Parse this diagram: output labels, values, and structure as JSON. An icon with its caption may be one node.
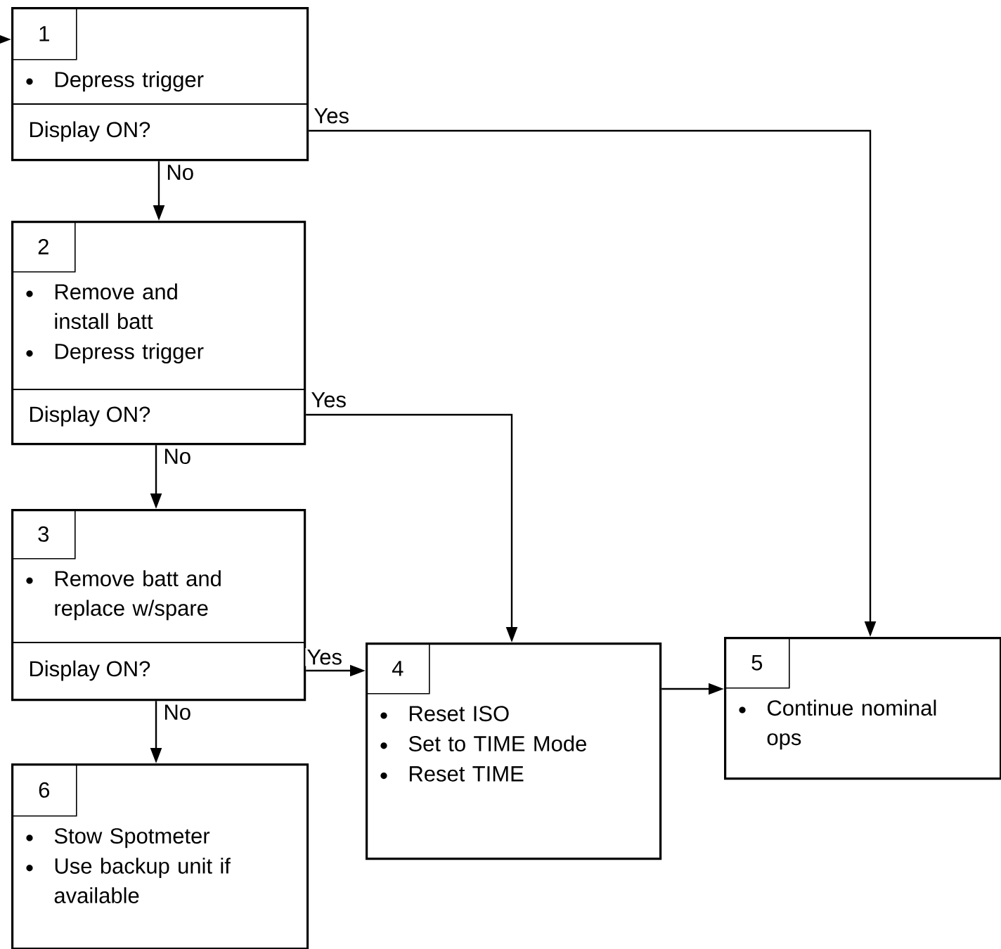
{
  "diagram": {
    "nodes": [
      {
        "text": [
          "1",
          "Depress trigger",
          "Display ON?"
        ]
      },
      {
        "text": [
          "2",
          "Remove and install batt",
          "Depress trigger",
          "Display ON?"
        ]
      },
      {
        "text": [
          "3",
          "Remove batt and replace w/spare",
          "Display ON?"
        ]
      },
      {
        "text": [
          "4",
          "Reset ISO",
          "Set to TIME Mode",
          "Reset TIME"
        ]
      },
      {
        "text": [
          "5",
          "Continue nominal ops"
        ]
      },
      {
        "text": [
          "6",
          "Stow Spotmeter",
          "Use backup unit if available"
        ]
      }
    ],
    "edges": [
      {
        "from": null,
        "to": 0,
        "arrow": "to"
      },
      {
        "from": 0,
        "to": 1,
        "arrow": "to",
        "label": "No"
      },
      {
        "from": 1,
        "to": 2,
        "arrow": "to",
        "label": "No"
      },
      {
        "from": 2,
        "to": 5,
        "arrow": "to",
        "label": "No"
      },
      {
        "from": 0,
        "to": 4,
        "arrow": "to",
        "label": "Yes"
      },
      {
        "from": 1,
        "to": 3,
        "arrow": "to",
        "label": "Yes"
      },
      {
        "from": 2,
        "to": 3,
        "arrow": "to",
        "label": "Yes"
      },
      {
        "from": 3,
        "to": 4,
        "arrow": "to"
      }
    ]
  }
}
